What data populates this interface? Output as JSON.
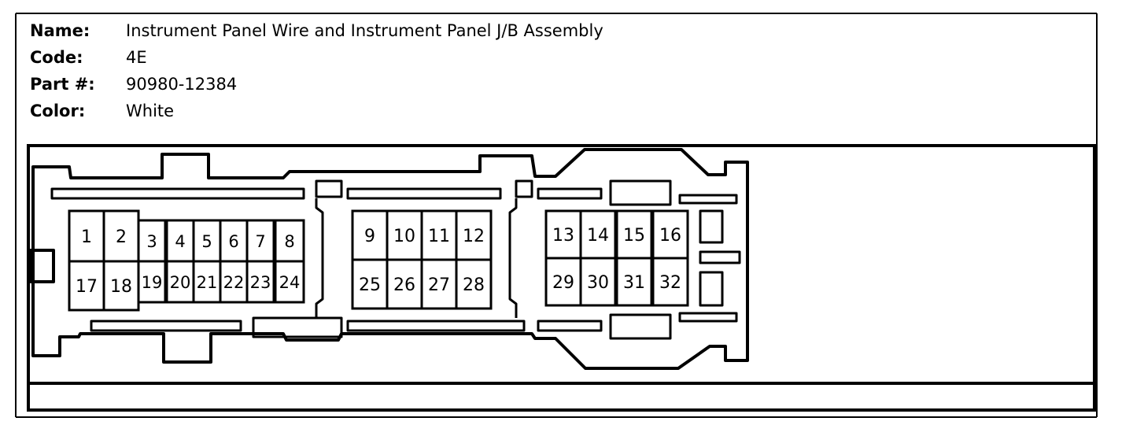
{
  "info": {
    "name_label": "Name:",
    "name_value": "Instrument Panel Wire and Instrument Panel J/B Assembly",
    "code_label": "Code:",
    "code_value": "4E",
    "part_label": "Part #:",
    "part_value": "90980-12384",
    "color_label": "Color:",
    "color_value": "White"
  },
  "connector": {
    "pins": [
      "1",
      "2",
      "3",
      "4",
      "5",
      "6",
      "7",
      "8",
      "9",
      "10",
      "11",
      "12",
      "13",
      "14",
      "15",
      "16",
      "17",
      "18",
      "19",
      "20",
      "21",
      "22",
      "23",
      "24",
      "25",
      "26",
      "27",
      "28",
      "29",
      "30",
      "31",
      "32"
    ]
  }
}
